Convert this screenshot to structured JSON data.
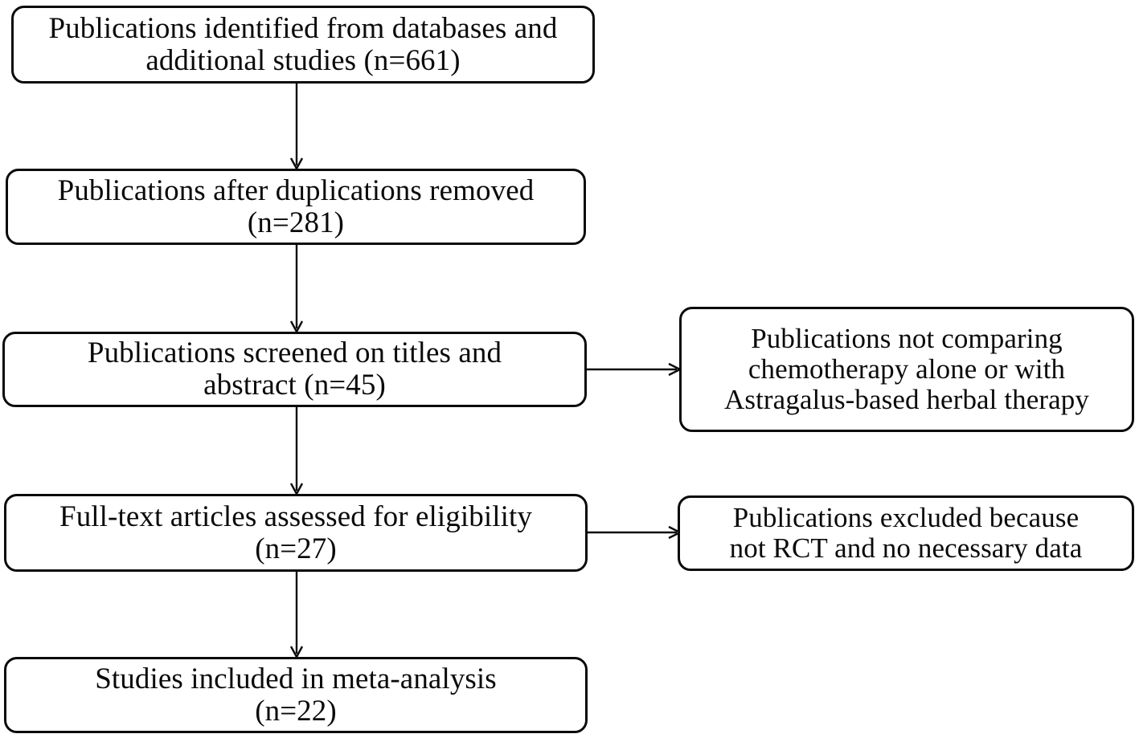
{
  "diagram": {
    "title": "PRISMA study selection flow diagram",
    "type": "flowchart",
    "colors": {
      "stroke": "#0a0a0a",
      "fill": "#ffffff",
      "text": "#0a0a0a"
    },
    "stages": [
      {
        "id": "identified",
        "line1": "Publications identified from databases and",
        "line2": "additional studies (n=661)",
        "n": 661
      },
      {
        "id": "duplicates",
        "line1": "Publications after duplications removed",
        "line2": "(n=281)",
        "n": 281
      },
      {
        "id": "screened",
        "line1": "Publications screened on titles and",
        "line2": "abstract (n=45)",
        "n": 45
      },
      {
        "id": "fulltext",
        "line1": "Full-text articles assessed for eligibility",
        "line2": "(n=27)",
        "n": 27
      },
      {
        "id": "included",
        "line1": "Studies included in meta-analysis",
        "line2": "(n=22)",
        "n": 22
      }
    ],
    "exclusions": [
      {
        "id": "excl-screening",
        "line1": "Publications not comparing",
        "line2": "chemotherapy alone or with",
        "line3": "Astragalus-based herbal therapy"
      },
      {
        "id": "excl-eligibility",
        "line1": "Publications excluded because",
        "line2": "not RCT and no necessary data"
      }
    ],
    "connectors": [
      {
        "id": "identified-to-duplicates",
        "direction": "down"
      },
      {
        "id": "duplicates-to-screened",
        "direction": "down"
      },
      {
        "id": "screened-to-fulltext",
        "direction": "down"
      },
      {
        "id": "fulltext-to-included",
        "direction": "down"
      },
      {
        "id": "screened-to-exclusion",
        "direction": "right"
      },
      {
        "id": "fulltext-to-exclusion",
        "direction": "right"
      }
    ]
  }
}
